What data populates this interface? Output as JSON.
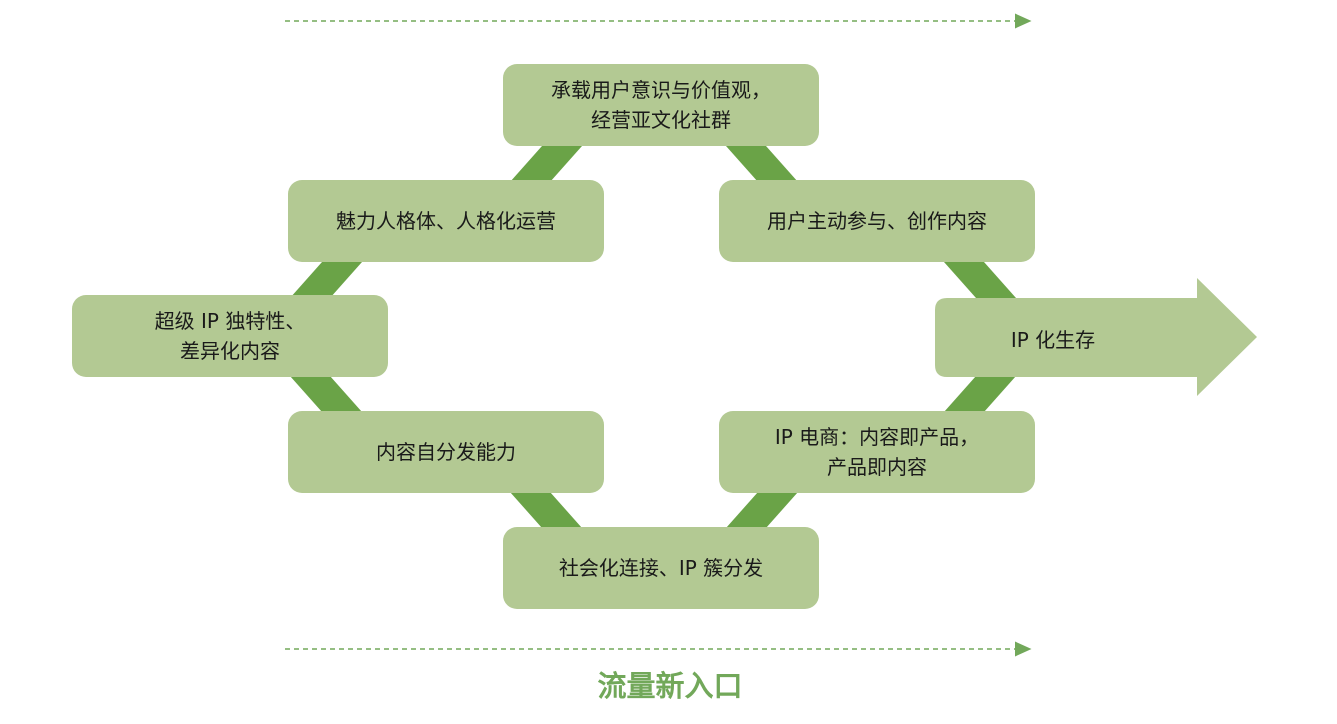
{
  "colors": {
    "box_fill": "#b3c993",
    "connector_fill": "#6aa347",
    "dashed_arrow": "#72a85a",
    "label_color": "#72a85a"
  },
  "nodes": {
    "start": "超级 IP 独特性、\n差异化内容",
    "upper_left": "魅力人格体、人格化运营",
    "top": "承载用户意识与价值观，\n经营亚文化社群",
    "upper_right": "用户主动参与、创作内容",
    "lower_left": "内容自分发能力",
    "bottom": "社会化连接、IP 簇分发",
    "lower_right": "IP 电商：内容即产品，\n产品即内容",
    "final": "IP 化生存"
  },
  "footer_label": "流量新入口"
}
